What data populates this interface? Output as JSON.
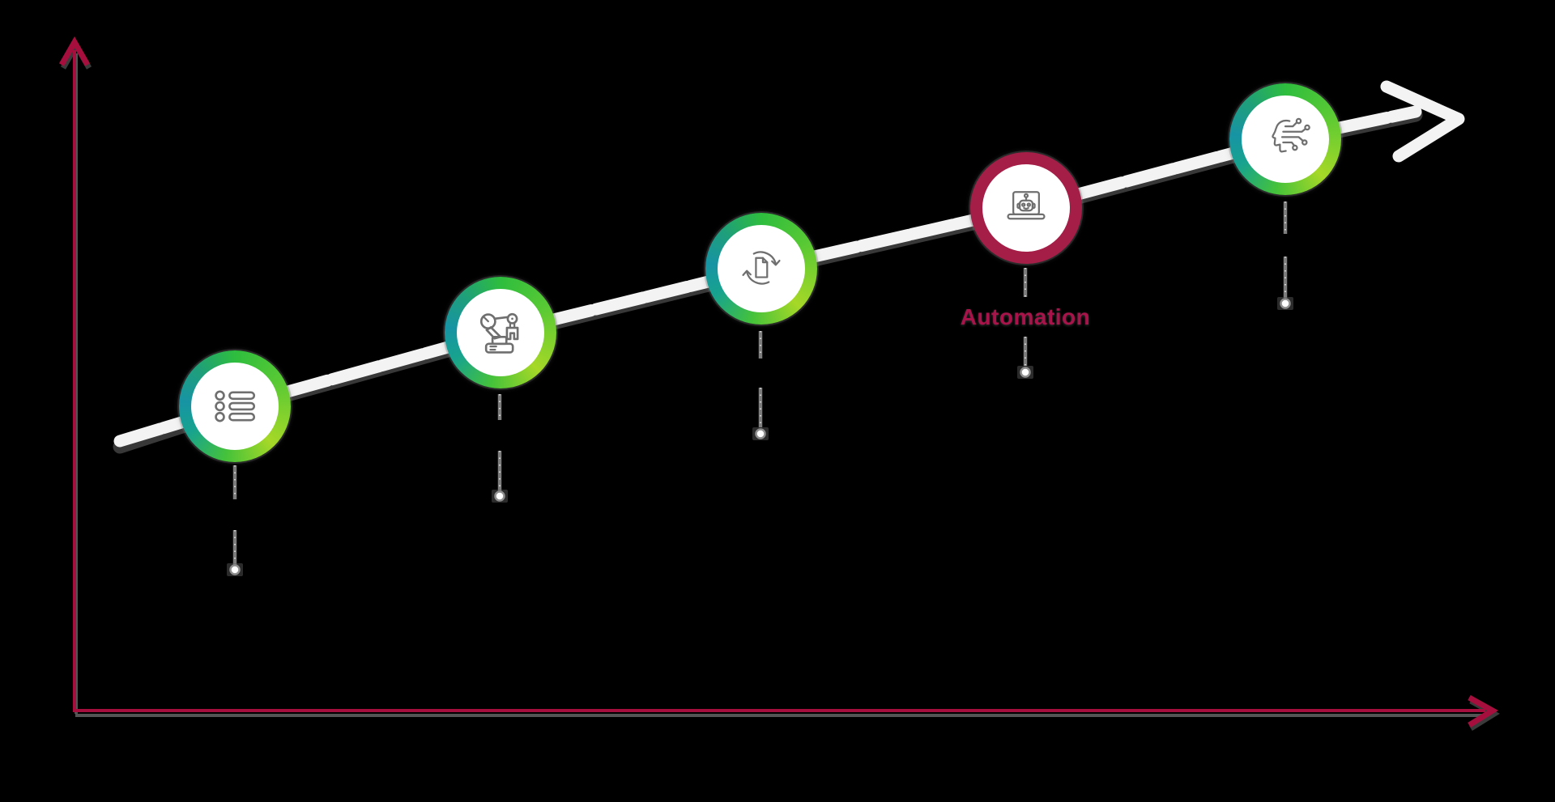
{
  "diagram": {
    "title": "digital-maturity-progression",
    "background_color": "#000000",
    "axes": {
      "color": "#A60E3E",
      "shadow_color": "#636363",
      "x_axis": "",
      "y_axis": ""
    },
    "trend_arrow": {
      "color": "#F3F3F3",
      "direction": "ascending-right"
    },
    "connector": {
      "line_color": "#7d7d7d",
      "dot_fill": "#ffffff",
      "dot_ring": "#8f8f8f"
    },
    "ring_gradient_colors": {
      "teal": "#1794A4",
      "green": "#2EBD3E",
      "lime": "#A6D827"
    },
    "accent_crimson": "#A41E48",
    "icon_stroke_color": "#6f6f6f",
    "milestones": [
      {
        "name": "checklist",
        "icon": "checklist-icon",
        "ring": "gradient",
        "label": ""
      },
      {
        "name": "robot-arm",
        "icon": "robot-arm-icon",
        "ring": "gradient",
        "label": ""
      },
      {
        "name": "document-sync",
        "icon": "document-sync-icon",
        "ring": "gradient",
        "label": ""
      },
      {
        "name": "automation",
        "icon": "robot-laptop-icon",
        "ring": "crimson",
        "label": "Automation"
      },
      {
        "name": "ai-head",
        "icon": "ai-head-icon",
        "ring": "gradient",
        "label": ""
      }
    ]
  }
}
